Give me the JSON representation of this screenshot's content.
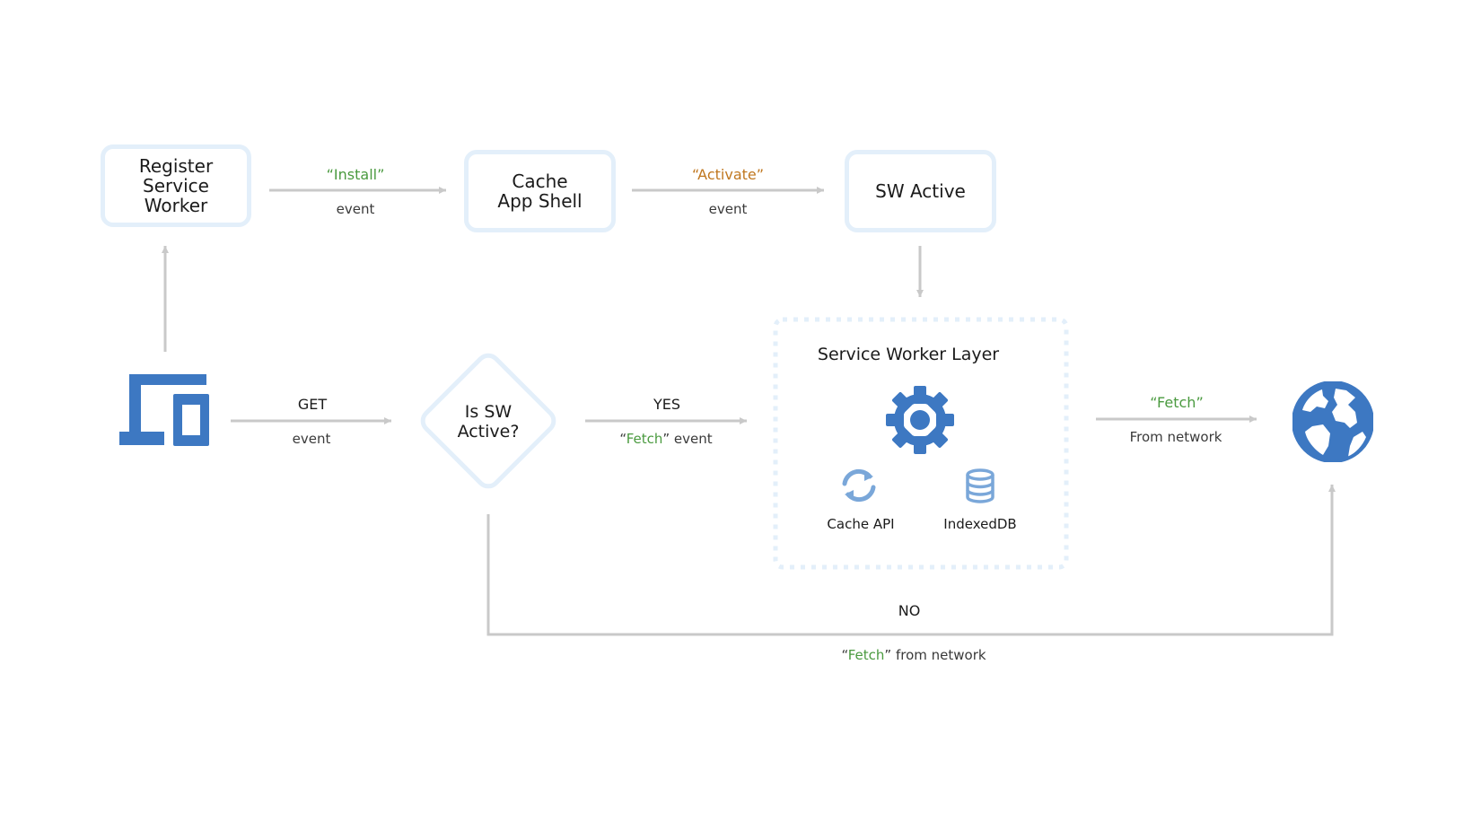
{
  "nodes": {
    "register": {
      "line1": "Register",
      "line2": "Service Worker"
    },
    "cache_shell": {
      "line1": "Cache",
      "line2": "App Shell"
    },
    "sw_active": {
      "label": "SW Active"
    },
    "decision": {
      "line1": "Is SW",
      "line2": "Active?"
    },
    "layer": {
      "title": "Service Worker Layer",
      "cache_api": "Cache API",
      "indexeddb": "IndexedDB"
    }
  },
  "edges": {
    "install": {
      "top_open": "“",
      "top_word": "Install",
      "top_close": "”",
      "bottom": "event"
    },
    "activate": {
      "top_open": "“",
      "top_word": "Activate",
      "top_close": "”",
      "bottom": "event"
    },
    "get": {
      "top": "GET",
      "bottom": "event"
    },
    "yes": {
      "top": "YES",
      "bottom_open": "“",
      "bottom_word": "Fetch",
      "bottom_close": "” event"
    },
    "network": {
      "top_open": "“",
      "top_word": "Fetch",
      "top_close": "”",
      "bottom": "From network"
    },
    "no": {
      "top": "NO",
      "bottom_open": "“",
      "bottom_word": "Fetch",
      "bottom_close": "” from network"
    }
  },
  "icons": {
    "device": "devices-icon",
    "gear": "gear-icon",
    "sync": "sync-icon",
    "database": "database-icon",
    "globe": "globe-icon"
  },
  "colors": {
    "accent_blue": "#3d78c2",
    "icon_light_blue": "#7aa7d9",
    "box_border": "#e3effa",
    "arrow_gray": "#c9c9c9",
    "event_green": "#4a9a3f",
    "event_orange": "#c0771f"
  }
}
